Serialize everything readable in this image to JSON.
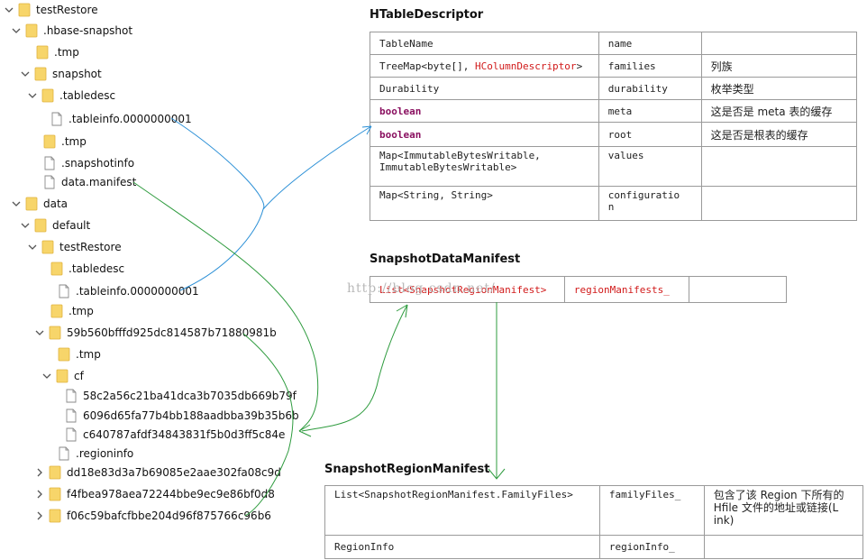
{
  "tree": {
    "items": [
      {
        "label": "testRestore",
        "type": "folder",
        "expand": "down"
      },
      {
        "label": ".hbase-snapshot",
        "type": "folder",
        "expand": "down"
      },
      {
        "label": ".tmp",
        "type": "folder",
        "expand": ""
      },
      {
        "label": "snapshot",
        "type": "folder",
        "expand": "down"
      },
      {
        "label": ".tabledesc",
        "type": "folder",
        "expand": "down"
      },
      {
        "label": ".tableinfo.0000000001",
        "type": "file",
        "expand": ""
      },
      {
        "label": ".tmp",
        "type": "folder",
        "expand": ""
      },
      {
        "label": ".snapshotinfo",
        "type": "file",
        "expand": ""
      },
      {
        "label": "data.manifest",
        "type": "file",
        "expand": ""
      },
      {
        "label": "data",
        "type": "folder",
        "expand": "down"
      },
      {
        "label": "default",
        "type": "folder",
        "expand": "down"
      },
      {
        "label": "testRestore",
        "type": "folder",
        "expand": "down"
      },
      {
        "label": ".tabledesc",
        "type": "folder",
        "expand": ""
      },
      {
        "label": ".tableinfo.0000000001",
        "type": "file",
        "expand": ""
      },
      {
        "label": ".tmp",
        "type": "folder",
        "expand": ""
      },
      {
        "label": "59b560bfffd925dc814587b71880981b",
        "type": "folder",
        "expand": "down"
      },
      {
        "label": ".tmp",
        "type": "folder",
        "expand": ""
      },
      {
        "label": "cf",
        "type": "folder",
        "expand": "down"
      },
      {
        "label": "58c2a56c21ba41dca3b7035db669b79f",
        "type": "file",
        "expand": ""
      },
      {
        "label": "6096d65fa77b4bb188aadbba39b35b6b",
        "type": "file",
        "expand": ""
      },
      {
        "label": "c640787afdf34843831f5b0d3ff5c84e",
        "type": "file",
        "expand": ""
      },
      {
        "label": ".regioninfo",
        "type": "file",
        "expand": ""
      },
      {
        "label": "dd18e83d3a7b69085e2aae302fa08c9d",
        "type": "folder",
        "expand": "right"
      },
      {
        "label": "f4fbea978aea72244bbe9ec9e86bf0d8",
        "type": "folder",
        "expand": "right"
      },
      {
        "label": "f06c59bafcfbbe204d96f875766c96b6",
        "type": "folder",
        "expand": "right"
      }
    ]
  },
  "htable": {
    "title": "HTableDescriptor",
    "rows": [
      {
        "type": "TableName",
        "field": "name",
        "desc": ""
      },
      {
        "type_prefix": "TreeMap<byte[], ",
        "type_red": "HColumnDescriptor",
        "type_suffix": ">",
        "field": "families",
        "desc": "列族"
      },
      {
        "type": "Durability",
        "field": "durability",
        "desc": "枚举类型"
      },
      {
        "type": "boolean",
        "field": "meta",
        "desc": "这是否是 meta 表的缓存"
      },
      {
        "type": "boolean",
        "field": "root",
        "desc": "这是否是根表的缓存"
      },
      {
        "type_line1": "Map<ImmutableBytesWritable,",
        "type_line2": "ImmutableBytesWritable>",
        "field": "values",
        "desc": ""
      },
      {
        "type": "Map<String, String>",
        "field_line1": "configuratio",
        "field_line2": "n",
        "desc": ""
      }
    ]
  },
  "sdm": {
    "title": "SnapshotDataManifest",
    "type": "List<SnapshotRegionManifest>",
    "field": "regionManifests_",
    "desc": ""
  },
  "srm": {
    "title": "SnapshotRegionManifest",
    "rows": [
      {
        "type": "List<SnapshotRegionManifest.FamilyFiles>",
        "field": "familyFiles_",
        "desc_line1": "包含了该 Region 下所有的",
        "desc_line2": "Hfile 文件的地址或链接(L",
        "desc_line3": "ink)"
      },
      {
        "type": "RegionInfo",
        "field": "regionInfo_",
        "desc": ""
      }
    ]
  },
  "watermark": "http://blog.csdn.net/",
  "colors": {
    "folder": "#f7d56a",
    "folder_edge": "#e0b23e",
    "file_edge": "#8a8a8a",
    "arrow_blue": "#2a8fd6",
    "arrow_green": "#2e9b3e",
    "red": "#d11a1a",
    "keyword": "#8a1060"
  }
}
